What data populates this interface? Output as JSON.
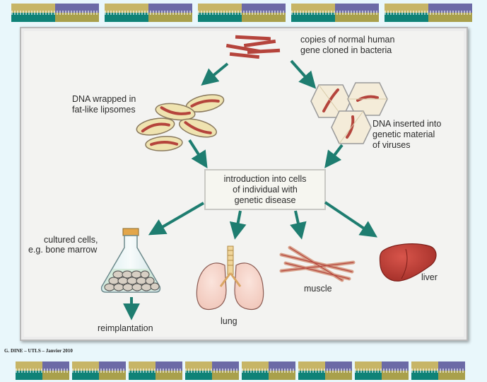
{
  "labels": {
    "copies_line1": "copies of normal human",
    "copies_line2": "gene cloned in bacteria",
    "dna_wrapped_line1": "DNA wrapped in",
    "dna_wrapped_line2": "fat-like lipsomes",
    "dna_inserted_line1": "DNA inserted into",
    "dna_inserted_line2": "genetic material",
    "dna_inserted_line3": "of viruses",
    "intro_line1": "introduction into cells",
    "intro_line2": "of individual with",
    "intro_line3": "genetic disease",
    "cultured_line1": "cultured cells,",
    "cultured_line2": "e.g. bone marrow",
    "reimplantation": "reimplantation",
    "lung": "lung",
    "muscle": "muscle",
    "liver": "liver"
  },
  "footer": "G. DINE – UTLS – Janvier 2010",
  "colors": {
    "arrow": "#1e7d70",
    "dna": "#b5443c",
    "banner_teal": "#0f8277",
    "banner_purple": "#6c6aa6",
    "banner_olive": "#a9a04b",
    "banner_sand": "#c7b566"
  }
}
